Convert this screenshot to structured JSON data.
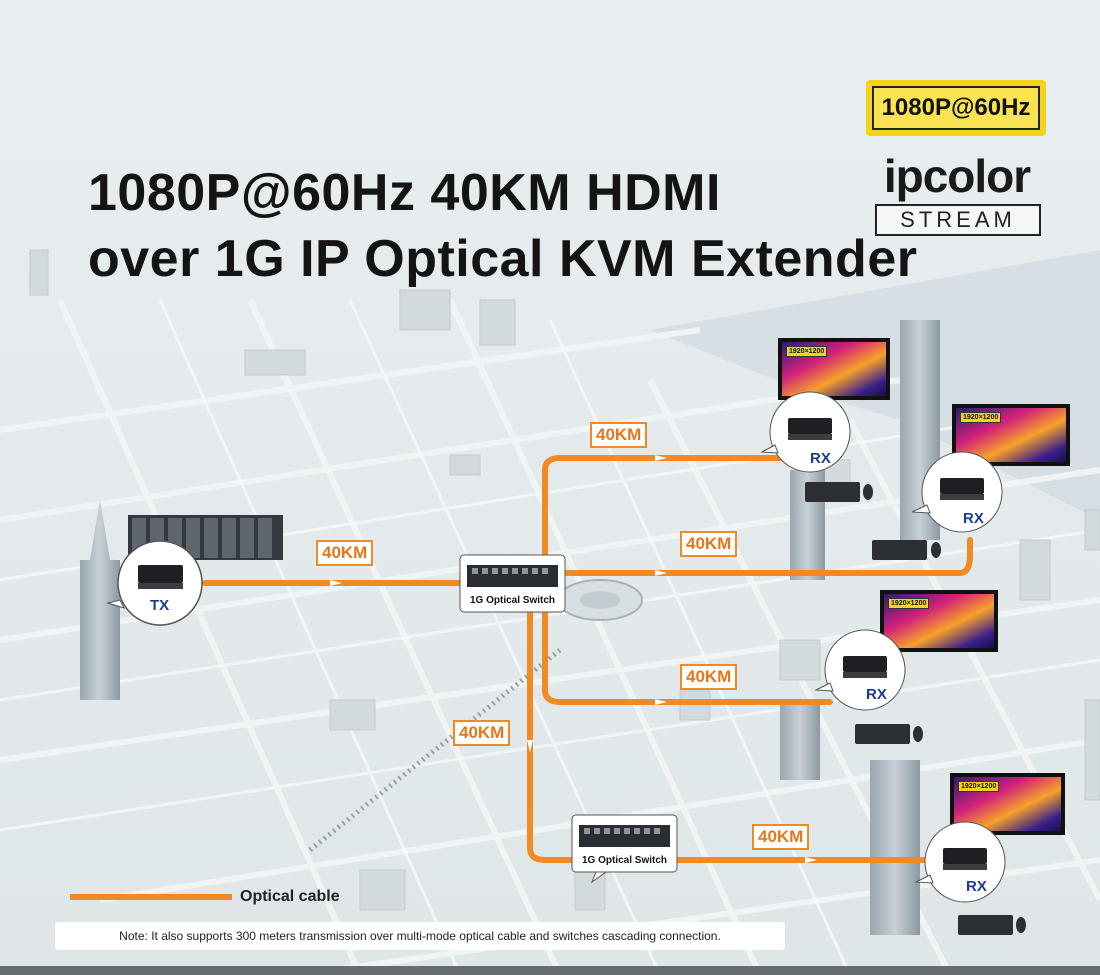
{
  "title": {
    "line1": "1080P@60Hz 40KM HDMI",
    "line2": "over 1G IP Optical KVM Extender"
  },
  "badge": "1080P@60Hz",
  "brand": {
    "name": "ipcolor",
    "sub": "STREAM"
  },
  "tx_label": "TX",
  "rx_label": "RX",
  "switch_label": "1G Optical Switch",
  "distance_label": "40KM",
  "resolution": "1920×1200",
  "legend": "Optical cable",
  "note": "Note: It also supports 300 meters transmission over multi-mode optical cable and switches cascading connection.",
  "colors": {
    "cable": "#f08a24",
    "badge": "#f2d51a",
    "rx_text": "#1d3c8f"
  }
}
